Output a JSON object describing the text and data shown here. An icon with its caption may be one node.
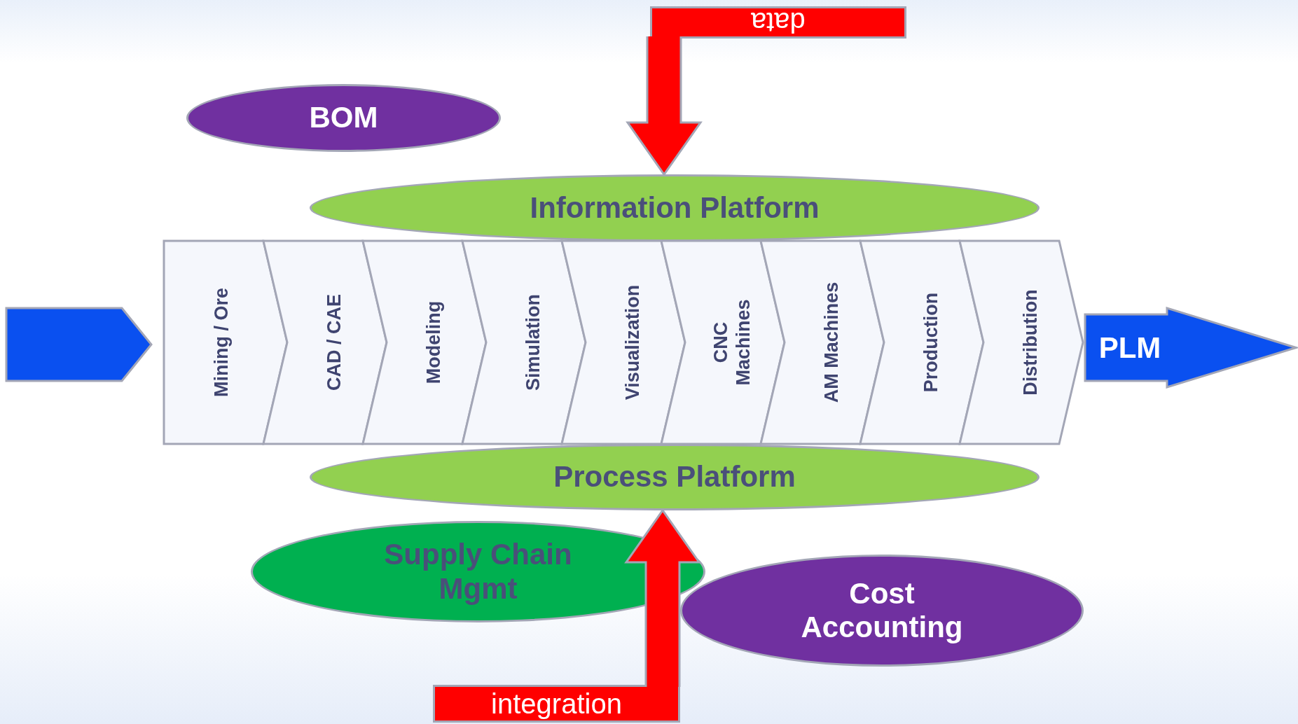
{
  "diagram": {
    "nodes": [
      {
        "text": [
          "data"
        ]
      },
      {
        "text": [
          "BOM"
        ]
      },
      {
        "text": [
          "Information Platform"
        ]
      },
      {
        "text": [],
        "shape": "arrow"
      },
      {
        "text": [
          "Mining / Ore"
        ]
      },
      {
        "text": [
          "CAD / CAE"
        ]
      },
      {
        "text": [
          "Modeling"
        ]
      },
      {
        "text": [
          "Simulation"
        ]
      },
      {
        "text": [
          "Visualization"
        ]
      },
      {
        "text": [
          "CNC Machines"
        ]
      },
      {
        "text": [
          "AM Machines"
        ]
      },
      {
        "text": [
          "Production"
        ]
      },
      {
        "text": [
          "Distribution"
        ]
      },
      {
        "text": [
          "PLM"
        ]
      },
      {
        "text": [
          "Process Platform"
        ]
      },
      {
        "text": [
          "Supply Chain Mgmt"
        ]
      },
      {
        "text": [
          "Cost Accounting"
        ]
      },
      {
        "text": [
          "integration"
        ]
      }
    ],
    "edges": [
      {
        "from": 0,
        "to": 2,
        "arrow": "to",
        "style": "thick"
      },
      {
        "from": 17,
        "to": 14,
        "arrow": "to",
        "style": "thick"
      }
    ]
  }
}
